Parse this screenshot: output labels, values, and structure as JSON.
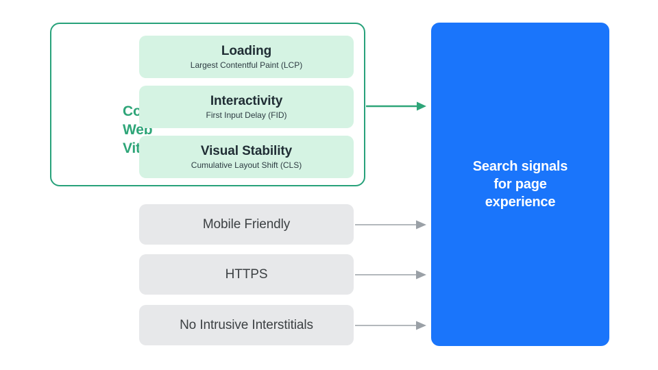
{
  "diagram": {
    "title": "Search signals for page experience",
    "colors": {
      "core_web_vitals_border": "#27a17a",
      "core_web_vitals_label": "#2ea578",
      "metric_box_fill": "#d5f3e3",
      "metric_text": "#202e35",
      "gray_box_fill": "#e7e8ea",
      "gray_text": "#3c4043",
      "blue_panel": "#1a75fb",
      "blue_panel_text": "#ffffff",
      "green_arrow": "#2ea578",
      "gray_arrow": "#9aa0a6",
      "background": "#ffffff"
    }
  },
  "core_web_vitals": {
    "label_line1": "Core",
    "label_line2": "Web",
    "label_line3": "Vitals",
    "metrics": [
      {
        "title": "Loading",
        "subtitle": "Largest Contentful Paint (LCP)"
      },
      {
        "title": "Interactivity",
        "subtitle": "First Input Delay (FID)"
      },
      {
        "title": "Visual Stability",
        "subtitle": "Cumulative Layout Shift (CLS)"
      }
    ]
  },
  "other_signals": [
    {
      "label": "Mobile Friendly"
    },
    {
      "label": "HTTPS"
    },
    {
      "label": "No Intrusive Interstitials"
    }
  ],
  "destination": {
    "line1": "Search signals",
    "line2": "for page",
    "line3": "experience"
  },
  "arrows": [
    {
      "name": "core-web-vitals-arrow",
      "color": "#2ea578"
    },
    {
      "name": "mobile-friendly-arrow",
      "color": "#9aa0a6"
    },
    {
      "name": "https-arrow",
      "color": "#9aa0a6"
    },
    {
      "name": "no-intrusive-interstitials-arrow",
      "color": "#9aa0a6"
    }
  ]
}
